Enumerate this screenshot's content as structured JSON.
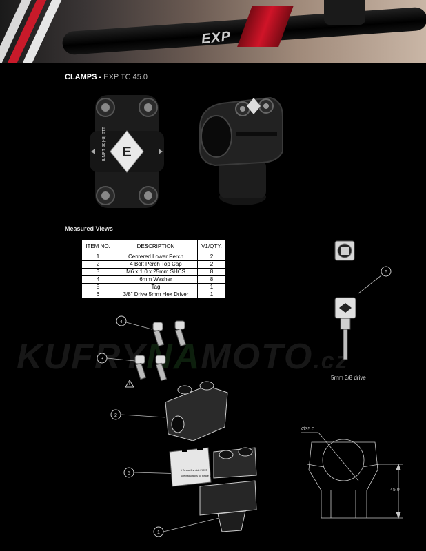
{
  "banner": {
    "brand_text": "EXP"
  },
  "header": {
    "title": "CLAMPS -",
    "subtitle": "EXP TC 45.0"
  },
  "photo1": {
    "logo_letter": "E",
    "torque_text": "115 in-lbs 13Nm"
  },
  "section_title": "Measured Views",
  "table": {
    "headers": [
      "ITEM NO.",
      "DESCRIPTION",
      "V1/QTY."
    ],
    "rows": [
      [
        "1",
        "Centered Lower Perch",
        "2"
      ],
      [
        "2",
        "4 Bolt Perch Top Cap",
        "2"
      ],
      [
        "3",
        "M6 x 1.0 x 25mm SHCS",
        "8"
      ],
      [
        "4",
        "6mm Washer",
        "8"
      ],
      [
        "5",
        "Tag",
        "1"
      ],
      [
        "6",
        "3/8\" Drive 5mm Hex Driver",
        "1"
      ]
    ]
  },
  "callouts": [
    "1",
    "2",
    "3",
    "4",
    "5",
    "6"
  ],
  "tag_text": {
    "line1": "1 Torque first side FIRST",
    "line2": "See instructions for torque specs"
  },
  "drive_label": "5mm 3/8 drive",
  "dimensions": {
    "diameter": "Ø35.0",
    "height": "45.0"
  },
  "watermark": {
    "part1": "KUFRY",
    "part2": "NA",
    "part3": "MOTO",
    "part4": ".cz"
  },
  "colors": {
    "background": "#000000",
    "accent_red": "#d01428",
    "table_bg": "#ffffff"
  }
}
